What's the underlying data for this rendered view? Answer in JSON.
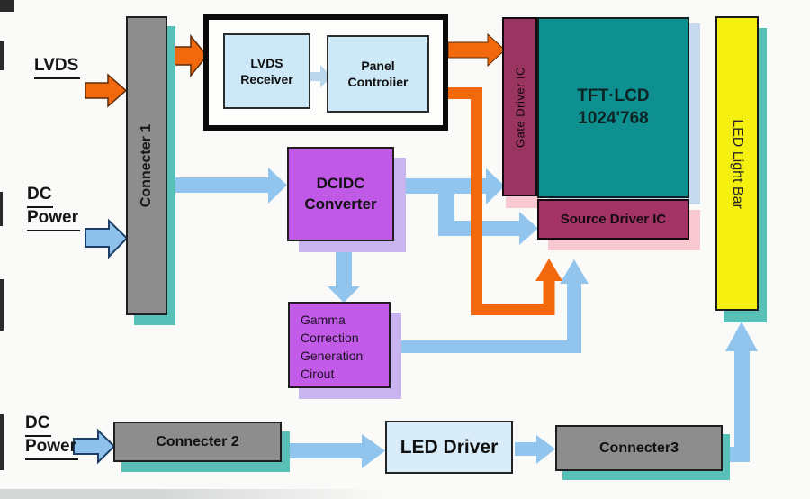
{
  "labels": {
    "lvds": "LVDS",
    "dc_power_top": [
      "DC",
      "Power"
    ],
    "dc_power_bottom": [
      "DC",
      "Power"
    ]
  },
  "blocks": {
    "connecter1": "Connecter 1",
    "lvds_receiver": [
      "LVDS",
      "Receiver"
    ],
    "panel_controller": [
      "Panel",
      "Controiier"
    ],
    "dcdc": [
      "DCIDC",
      "Converter"
    ],
    "gamma": [
      "Gamma",
      "Correction",
      "Generation",
      "Cirout"
    ],
    "gate_driver": "Gate Driver IC",
    "tft": [
      "TFT·LCD",
      "1024'768"
    ],
    "source_driver": "Source Driver IC",
    "led_bar": "LED Light Bar",
    "connecter2": "Connecter 2",
    "led_driver": "LED Driver",
    "connecter3": "Connecter3"
  },
  "colors": {
    "signal_arrow_orange": "#f2690d",
    "power_arrow_blue": "#92c5ee",
    "arrow_outline_navy": "#1d3f66",
    "connector_gray": "#8d8d8d",
    "teal_shadow": "#58c0b6",
    "pink_shadow": "#f9c9d1",
    "lavender_shadow": "#c8b4ee",
    "lightblue_shadow": "#c7d9ef",
    "converter_purple": "#c05ae6",
    "driver_ic_maroon": "#9a3562",
    "tft_teal": "#0e9090",
    "led_bar_yellow": "#f6f011",
    "logic_box_blue": "#cde8f7"
  }
}
